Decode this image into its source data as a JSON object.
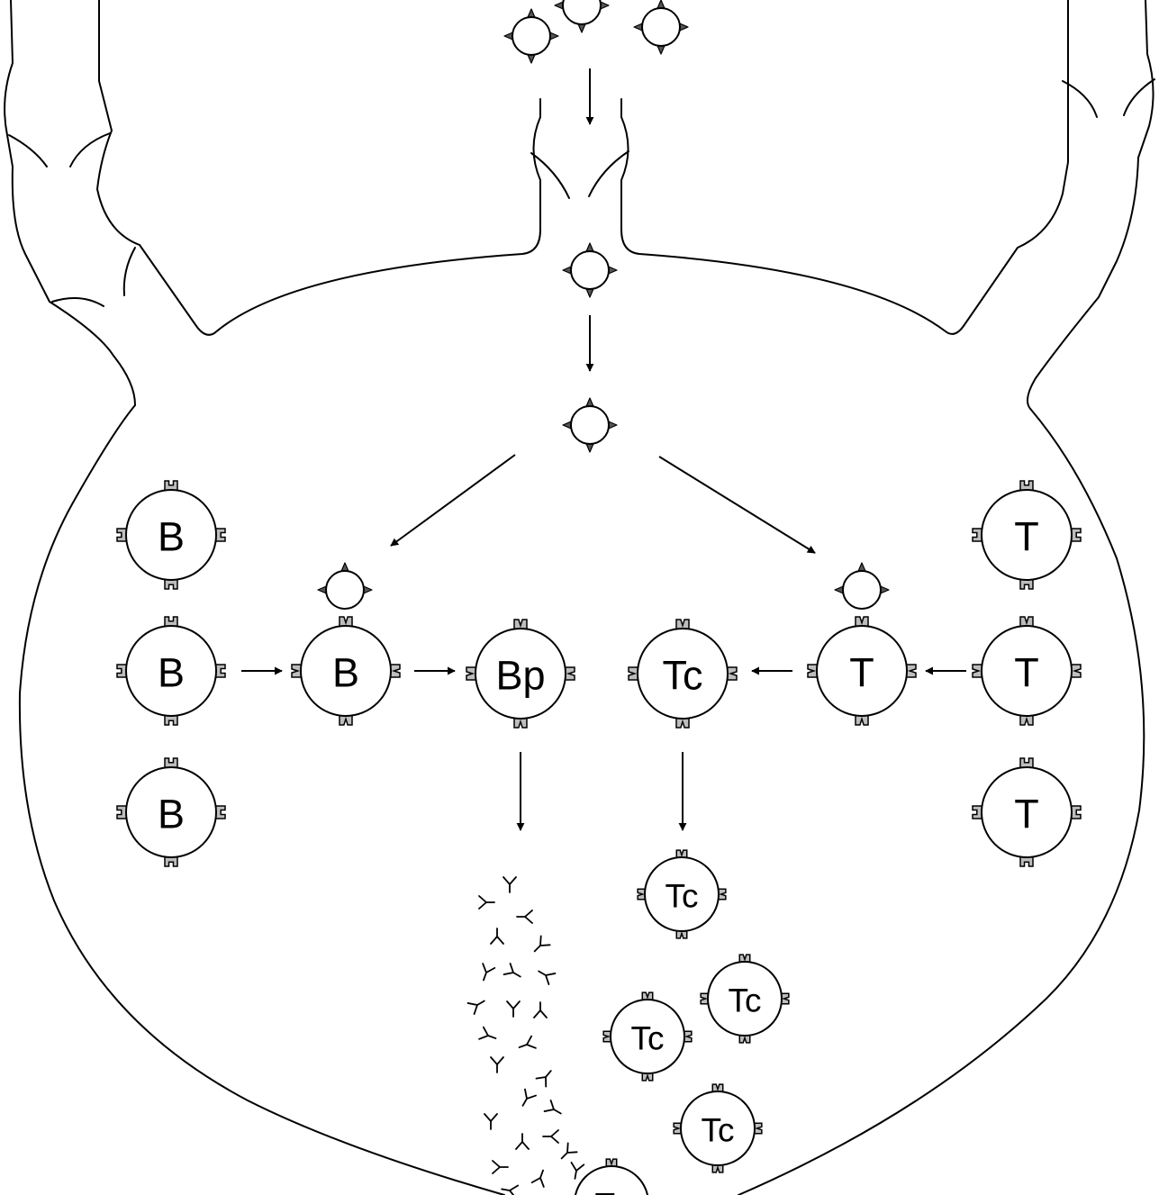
{
  "labels": {
    "b_cell": "B",
    "t_cell": "T",
    "plasma_cell": "Bp",
    "cytotoxic_t": "Tc"
  },
  "colors": {
    "line": "#000000",
    "receptor_fill": "#bdbdbd",
    "antigen_spike": "#555555",
    "background": "#ffffff"
  },
  "icons": {
    "antigen": "antigen-presenting-cell-icon",
    "antibody": "antibody-y-icon"
  }
}
